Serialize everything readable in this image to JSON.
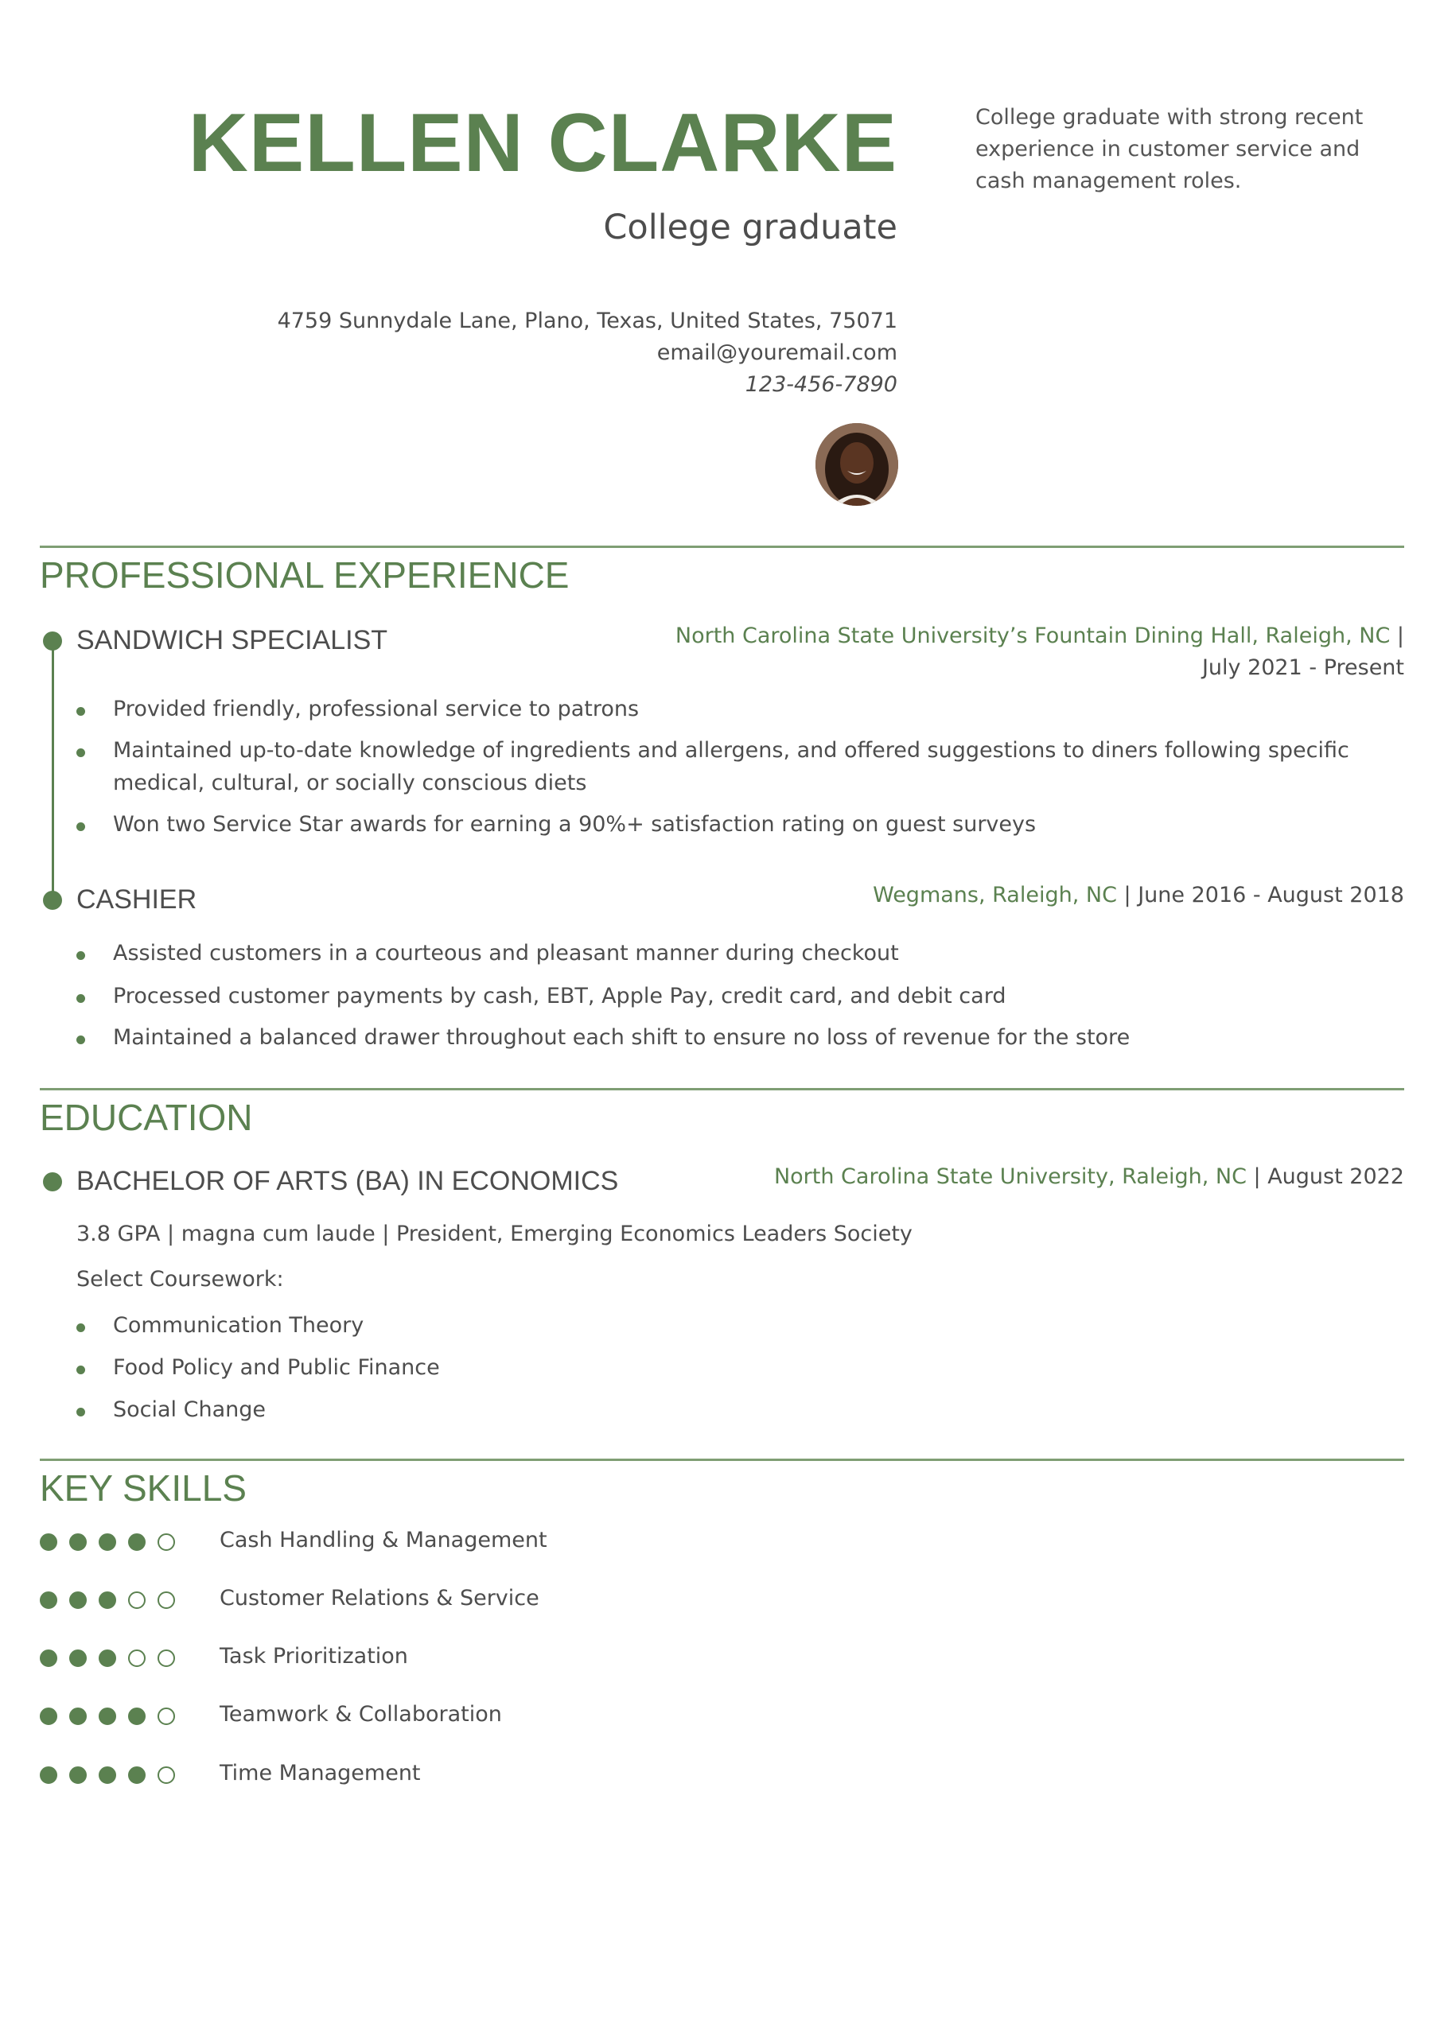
{
  "header": {
    "name": "KELLEN CLARKE",
    "subtitle": "College graduate",
    "address": "4759 Sunnydale Lane, Plano, Texas, United States, 75071",
    "email": "email@youremail.com",
    "phone": "123-456-7890",
    "summary": "College graduate with strong recent experience in customer service and cash management roles."
  },
  "experience": {
    "title": "PROFESSIONAL EXPERIENCE",
    "jobs": [
      {
        "title": "SANDWICH SPECIALIST",
        "employer": "North Carolina State University’s Fountain Dining Hall, Raleigh, NC",
        "separator": " | ",
        "dates": "July 2021 - Present",
        "bullets": [
          "Provided friendly, professional service to patrons",
          "Maintained up-to-date knowledge of ingredients and allergens, and  offered suggestions to diners following specific medical, cultural, or  socially conscious diets",
          "Won two Service Star awards for earning a 90%+ satisfaction rating on guest surveys"
        ]
      },
      {
        "title": "CASHIER",
        "employer": "Wegmans, Raleigh, NC",
        "separator": " | ",
        "dates": "June 2016 - August 2018",
        "bullets": [
          "Assisted customers in a courteous and pleasant manner during checkout",
          "Processed customer payments by cash, EBT, Apple Pay, credit card, and debit card",
          "Maintained a balanced drawer throughout each shift to ensure no loss of revenue for the store"
        ]
      }
    ]
  },
  "education": {
    "title": "EDUCATION",
    "degree": "BACHELOR OF ARTS (BA) IN ECONOMICS",
    "school": "North Carolina State University, Raleigh, NC",
    "separator": " | ",
    "date": "August 2022",
    "details": "3.8 GPA | magna cum laude | President, Emerging Economics Leaders Society",
    "coursework_label": "Select Coursework:",
    "coursework": [
      "Communication Theory",
      "Food Policy and Public Finance",
      "Social Change"
    ]
  },
  "skills": {
    "title": "KEY SKILLS",
    "items": [
      {
        "label": "Cash Handling & Management",
        "rating": 4,
        "max": 5
      },
      {
        "label": "Customer Relations & Service",
        "rating": 3,
        "max": 5
      },
      {
        "label": "Task Prioritization",
        "rating": 3,
        "max": 5
      },
      {
        "label": "Teamwork & Collaboration",
        "rating": 4,
        "max": 5
      },
      {
        "label": "Time Management",
        "rating": 4,
        "max": 5
      }
    ]
  },
  "colors": {
    "accent": "#5b8150",
    "text": "#4d4d4d",
    "rule": "#7f9e74"
  }
}
